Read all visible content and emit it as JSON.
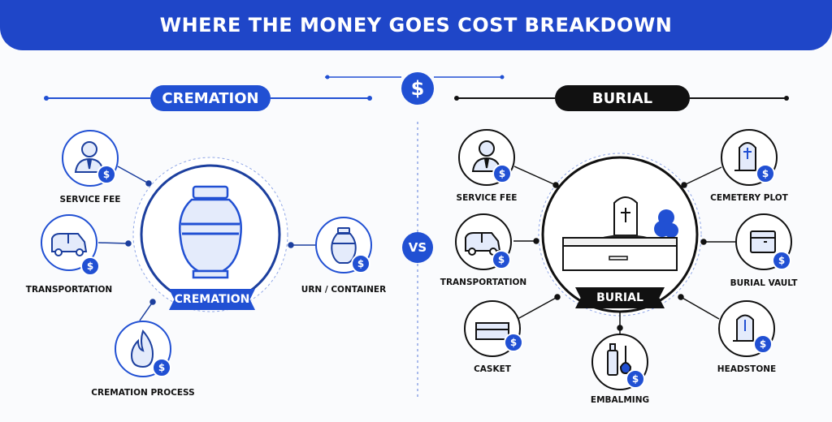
{
  "title": "WHERE THE MONEY GOES COST BREAKDOWN",
  "center_symbol": "$",
  "vs_label": "VS",
  "currency_badge": "$",
  "cremation": {
    "header": "CREMATION",
    "center_label": "CREMATION",
    "items": [
      "SERVICE FEE",
      "TRANSPORTATION",
      "CREMATION PROCESS",
      "URN / CONTAINER"
    ]
  },
  "burial": {
    "header": "BURIAL",
    "center_label": "BURIAL",
    "items": [
      "SERVICE FEE",
      "TRANSPORTATION",
      "CASKET",
      "EMBALMING",
      "CEMETERY PLOT",
      "BURIAL VAULT",
      "HEADSTONE"
    ]
  },
  "colors": {
    "accent": "#2150d3",
    "dark": "#111111",
    "background": "#fafbfd"
  },
  "icons": {
    "cremation": [
      "person-tie-icon",
      "van-icon",
      "flame-icon",
      "urn-icon"
    ],
    "burial": [
      "person-tie-icon",
      "van-icon",
      "casket-icon",
      "embalming-bottles-icon",
      "grave-cross-icon",
      "vault-box-icon",
      "headstone-icon"
    ]
  }
}
